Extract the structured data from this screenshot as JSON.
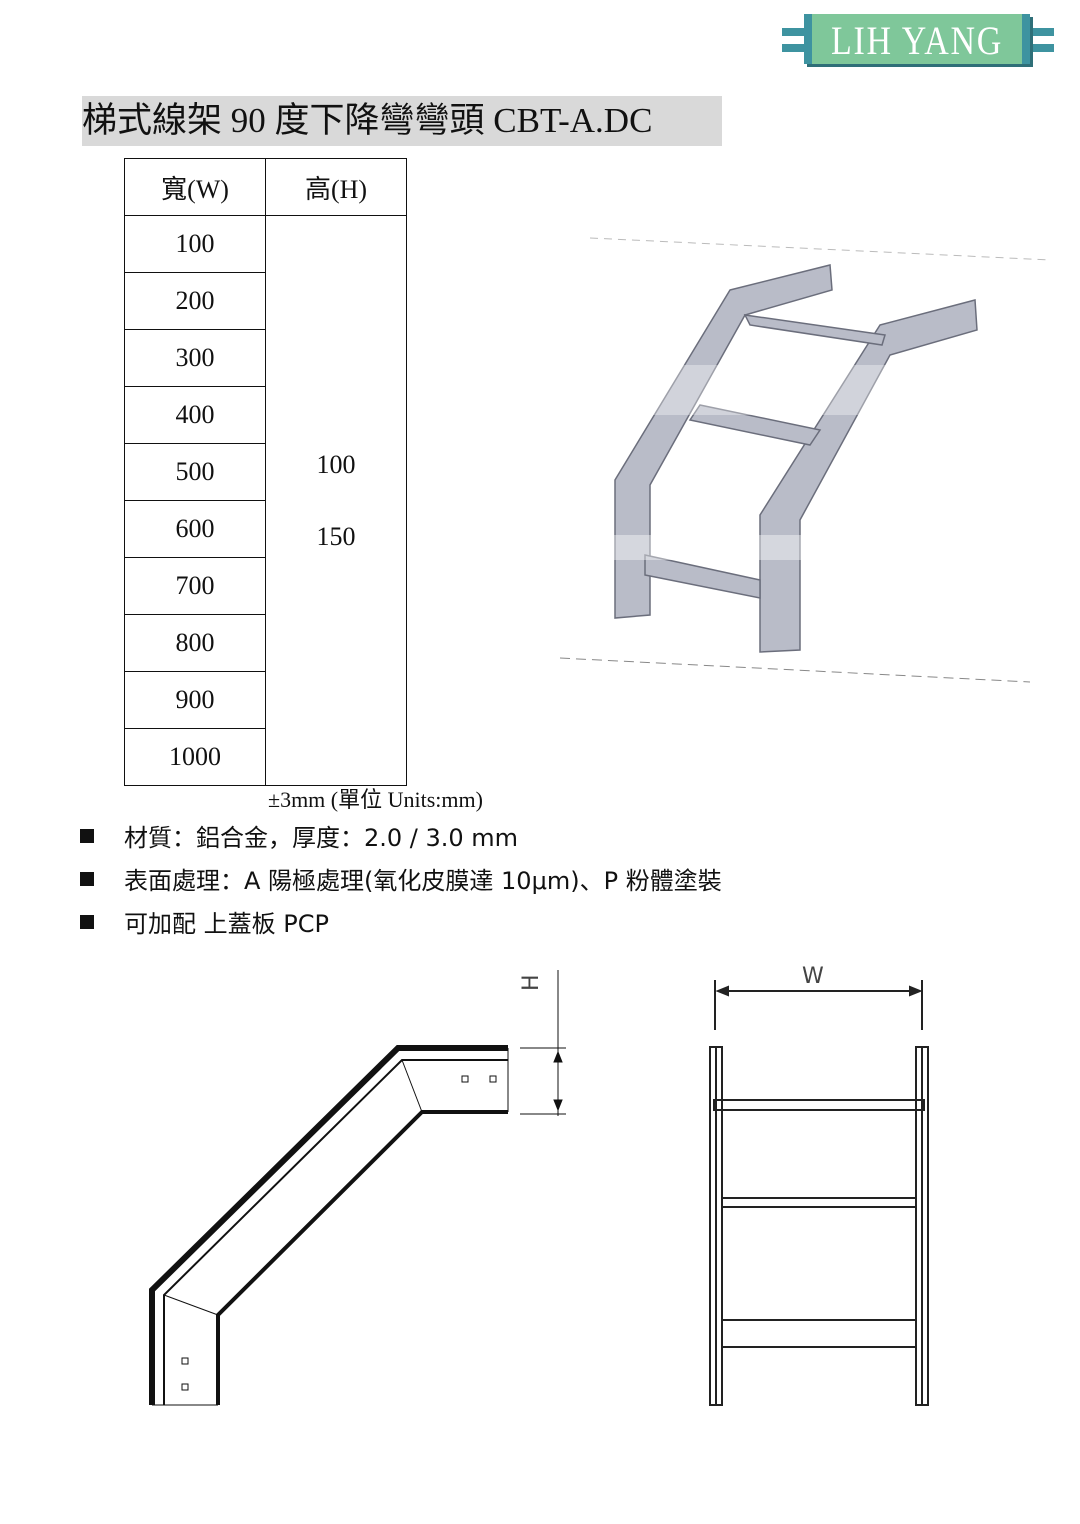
{
  "logo": {
    "text": "LIH YANG"
  },
  "title": "梯式線架 90 度下降彎彎頭 CBT-A.DC",
  "table": {
    "headers": [
      "寬(W)",
      "高(H)"
    ],
    "widths": [
      "100",
      "200",
      "300",
      "400",
      "500",
      "600",
      "700",
      "800",
      "900",
      "1000"
    ],
    "heights": [
      "100",
      "150"
    ]
  },
  "tolerance": "±3mm (單位 Units:mm)",
  "specs": [
    "材質：鋁合金，厚度：2.0 / 3.0 mm",
    "表面處理：A 陽極處理(氧化皮膜達 10μm)、P 粉體塗裝",
    "可加配  上蓋板 PCP"
  ],
  "drawing_labels": {
    "height": "H",
    "width": "W"
  }
}
